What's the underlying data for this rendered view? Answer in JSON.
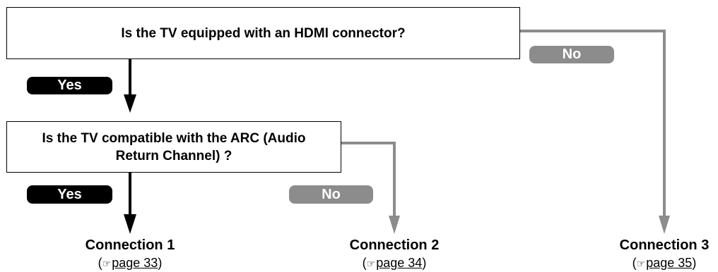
{
  "questions": {
    "q1": "Is the TV equipped with an HDMI connector?",
    "q2": "Is the TV compatible with the ARC (Audio Return Channel) ?"
  },
  "labels": {
    "yes1": "Yes",
    "no1": "No",
    "yes2": "Yes",
    "no2": "No"
  },
  "outcomes": [
    {
      "title": "Connection 1",
      "open": "(",
      "glyph": "☞",
      "page": "page 33",
      "close": ")"
    },
    {
      "title": "Connection 2",
      "open": "(",
      "glyph": "☞",
      "page": "page 34",
      "close": ")"
    },
    {
      "title": "Connection 3",
      "open": "(",
      "glyph": "☞",
      "page": "page 35",
      "close": ")"
    }
  ],
  "colors": {
    "yes_path": "#000000",
    "no_path": "#8c8c8c"
  }
}
